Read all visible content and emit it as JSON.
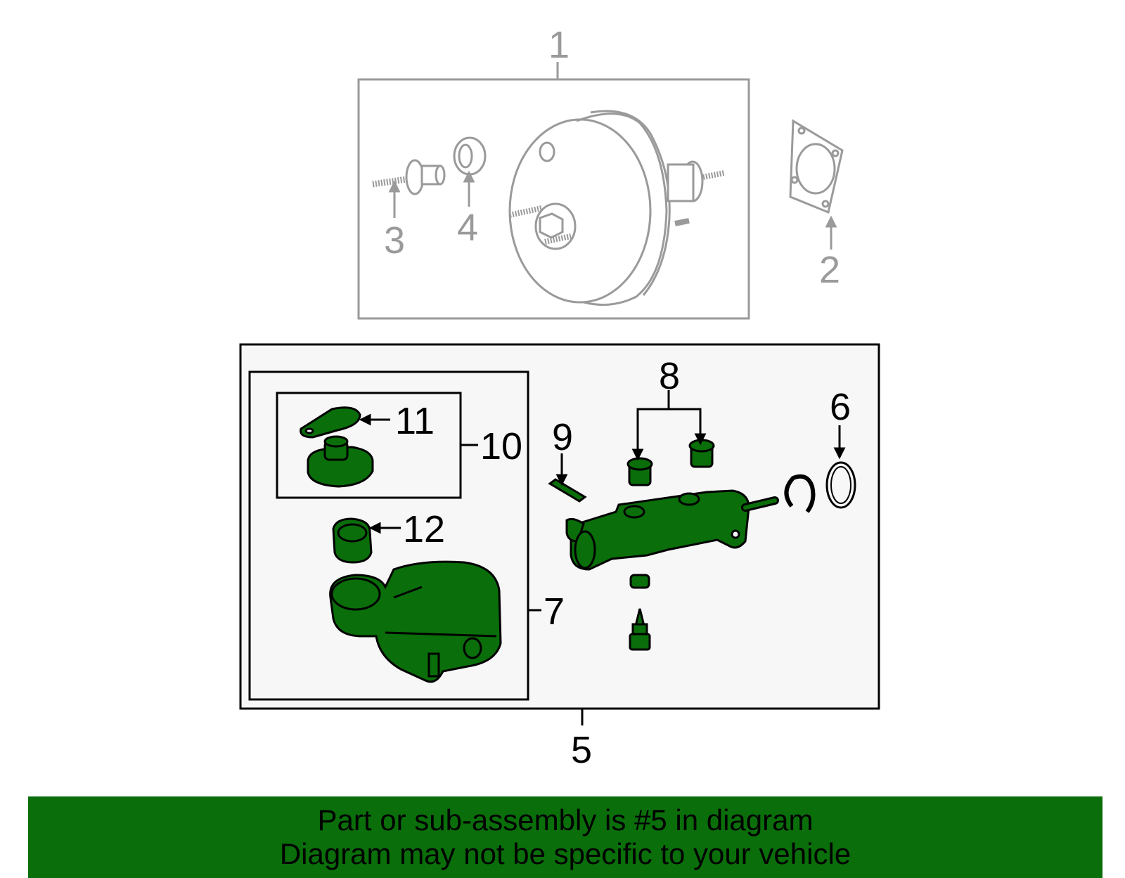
{
  "colors": {
    "highlight_fill": "#0a6e0a",
    "gray_stroke": "#9a9a9a",
    "banner": "#0a6e0a"
  },
  "callouts": {
    "c1": "1",
    "c2": "2",
    "c3": "3",
    "c4": "4",
    "c5": "5",
    "c6": "6",
    "c7": "7",
    "c8": "8",
    "c9": "9",
    "c10": "10",
    "c11": "11",
    "c12": "12"
  },
  "banner": {
    "line1": "Part or sub-assembly is #5 in diagram",
    "line2": "Diagram may not be specific to your vehicle"
  }
}
